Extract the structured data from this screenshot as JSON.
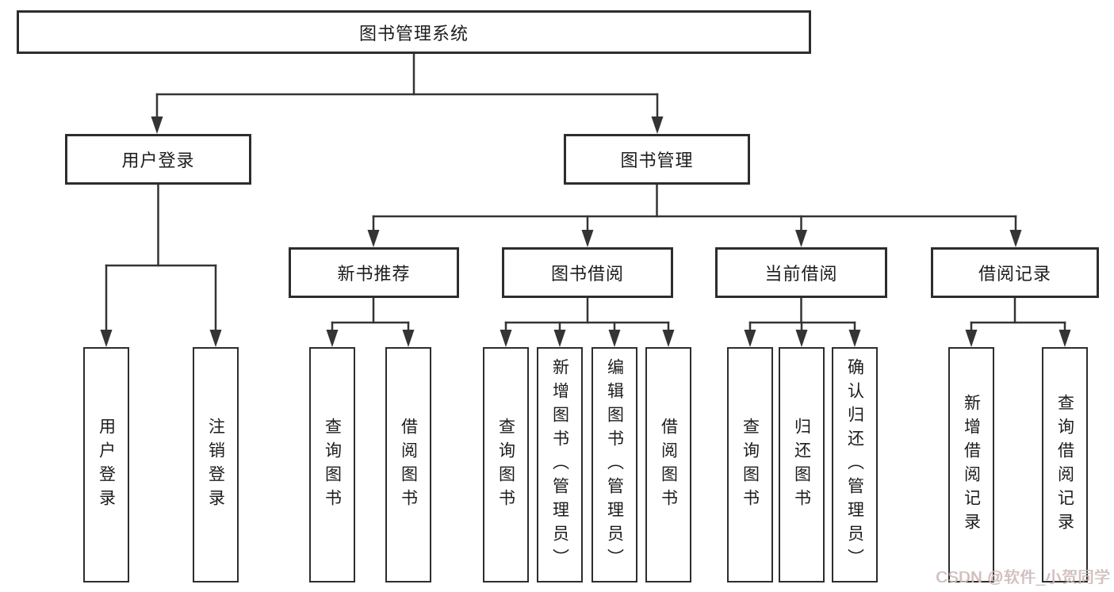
{
  "diagram_type": "hierarchy-tree",
  "tree": {
    "label": "图书管理系统",
    "children": [
      {
        "label": "用户登录",
        "children": [
          {
            "label": "用户登录"
          },
          {
            "label": "注销登录"
          }
        ]
      },
      {
        "label": "图书管理",
        "children": [
          {
            "label": "新书推荐",
            "children": [
              {
                "label": "查询图书"
              },
              {
                "label": "借阅图书"
              }
            ]
          },
          {
            "label": "图书借阅",
            "children": [
              {
                "label": "查询图书"
              },
              {
                "label": "新增图书（管理员）"
              },
              {
                "label": "编辑图书（管理员）"
              },
              {
                "label": "借阅图书"
              }
            ]
          },
          {
            "label": "当前借阅",
            "children": [
              {
                "label": "查询图书"
              },
              {
                "label": "归还图书"
              },
              {
                "label": "确认归还（管理员）"
              }
            ]
          },
          {
            "label": "借阅记录",
            "children": [
              {
                "label": "新增借阅记录"
              },
              {
                "label": "查询借阅记录"
              }
            ]
          }
        ]
      }
    ]
  },
  "watermark": {
    "text": "CSDN @软件_小贺同学"
  },
  "colors": {
    "line": "#343434",
    "box_border": "#2d2d2d",
    "text": "#1c1c1c",
    "background": "#ffffff",
    "watermark": "#c4c4c4"
  }
}
